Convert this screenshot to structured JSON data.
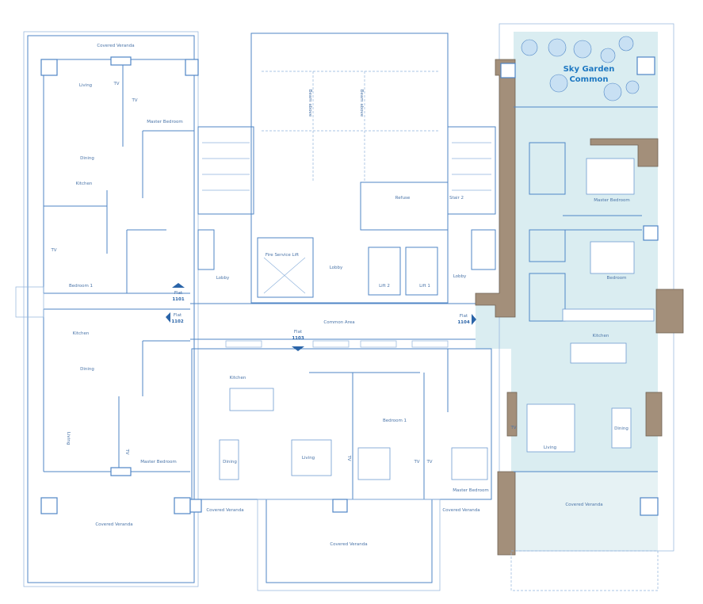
{
  "colors": {
    "line": "#4f86c6",
    "wall": "#a38f7a",
    "highlight_unit": "#daedf1",
    "label": "#4a74a8",
    "sky_garden": "#1e78c2"
  },
  "flat_1101": {
    "veranda": "Covered Veranda",
    "living": "Living",
    "tv1": "TV",
    "tv2": "TV",
    "master_bedroom": "Master Bedroom",
    "dining": "Dining",
    "kitchen": "Kitchen",
    "tv3": "TV",
    "bedroom1": "Bedroom 1"
  },
  "flat_1102": {
    "kitchen": "Kitchen",
    "dining": "Dining",
    "living": "Living",
    "tv": "TV",
    "master_bedroom": "Master Bedroom",
    "veranda": "Covered Veranda"
  },
  "core": {
    "beam1": "Beam above",
    "beam2": "Beam above",
    "refuse": "Refuse",
    "stair2": "Stair 2",
    "fire_lift": "Fire Service Lift",
    "lobby1": "Lobby",
    "lobby2": "Lobby",
    "lobby3": "Lobby",
    "lift2": "Lift 2",
    "lift1": "Lift 1",
    "common_area": "Common Area"
  },
  "entrances": [
    {
      "word": "Flat",
      "number": "1101"
    },
    {
      "word": "Flat",
      "number": "1102"
    },
    {
      "word": "Flat",
      "number": "1103"
    },
    {
      "word": "Flat",
      "number": "1104"
    }
  ],
  "flat_1103": {
    "kitchen": "Kitchen",
    "dining": "Dining",
    "living": "Living",
    "tv1": "TV",
    "bedroom1": "Bedroom 1",
    "tv2": "TV",
    "tv3": "TV",
    "master_bedroom": "Master Bedroom",
    "veranda1": "Covered Veranda",
    "veranda2": "Covered Veranda",
    "veranda3": "Covered Veranda"
  },
  "flat_1104": {
    "sky_garden_line1": "Sky Garden",
    "sky_garden_line2": "Common",
    "master_bedroom": "Master Bedroom",
    "bedroom": "Bedroom",
    "kitchen": "Kitchen",
    "tv": "TV",
    "living": "Living",
    "dining": "Dining",
    "veranda": "Covered Veranda"
  }
}
